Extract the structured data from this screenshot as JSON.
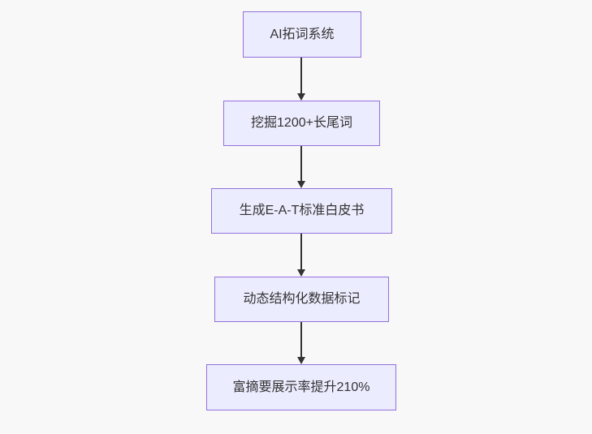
{
  "diagram": {
    "type": "flowchart",
    "direction": "top-down",
    "nodes": [
      {
        "id": "n1",
        "label": "AI拓词系统"
      },
      {
        "id": "n2",
        "label": "挖掘1200+长尾词"
      },
      {
        "id": "n3",
        "label": "生成E-A-T标准白皮书"
      },
      {
        "id": "n4",
        "label": "动态结构化数据标记"
      },
      {
        "id": "n5",
        "label": "富摘要展示率提升210%"
      }
    ],
    "edges": [
      {
        "from": "n1",
        "to": "n2"
      },
      {
        "from": "n2",
        "to": "n3"
      },
      {
        "from": "n3",
        "to": "n4"
      },
      {
        "from": "n4",
        "to": "n5"
      }
    ],
    "colors": {
      "background": "#f8f8f8",
      "node_fill": "#ECECFF",
      "node_border": "#9370DB",
      "text": "#333333",
      "arrow": "#333333"
    }
  }
}
